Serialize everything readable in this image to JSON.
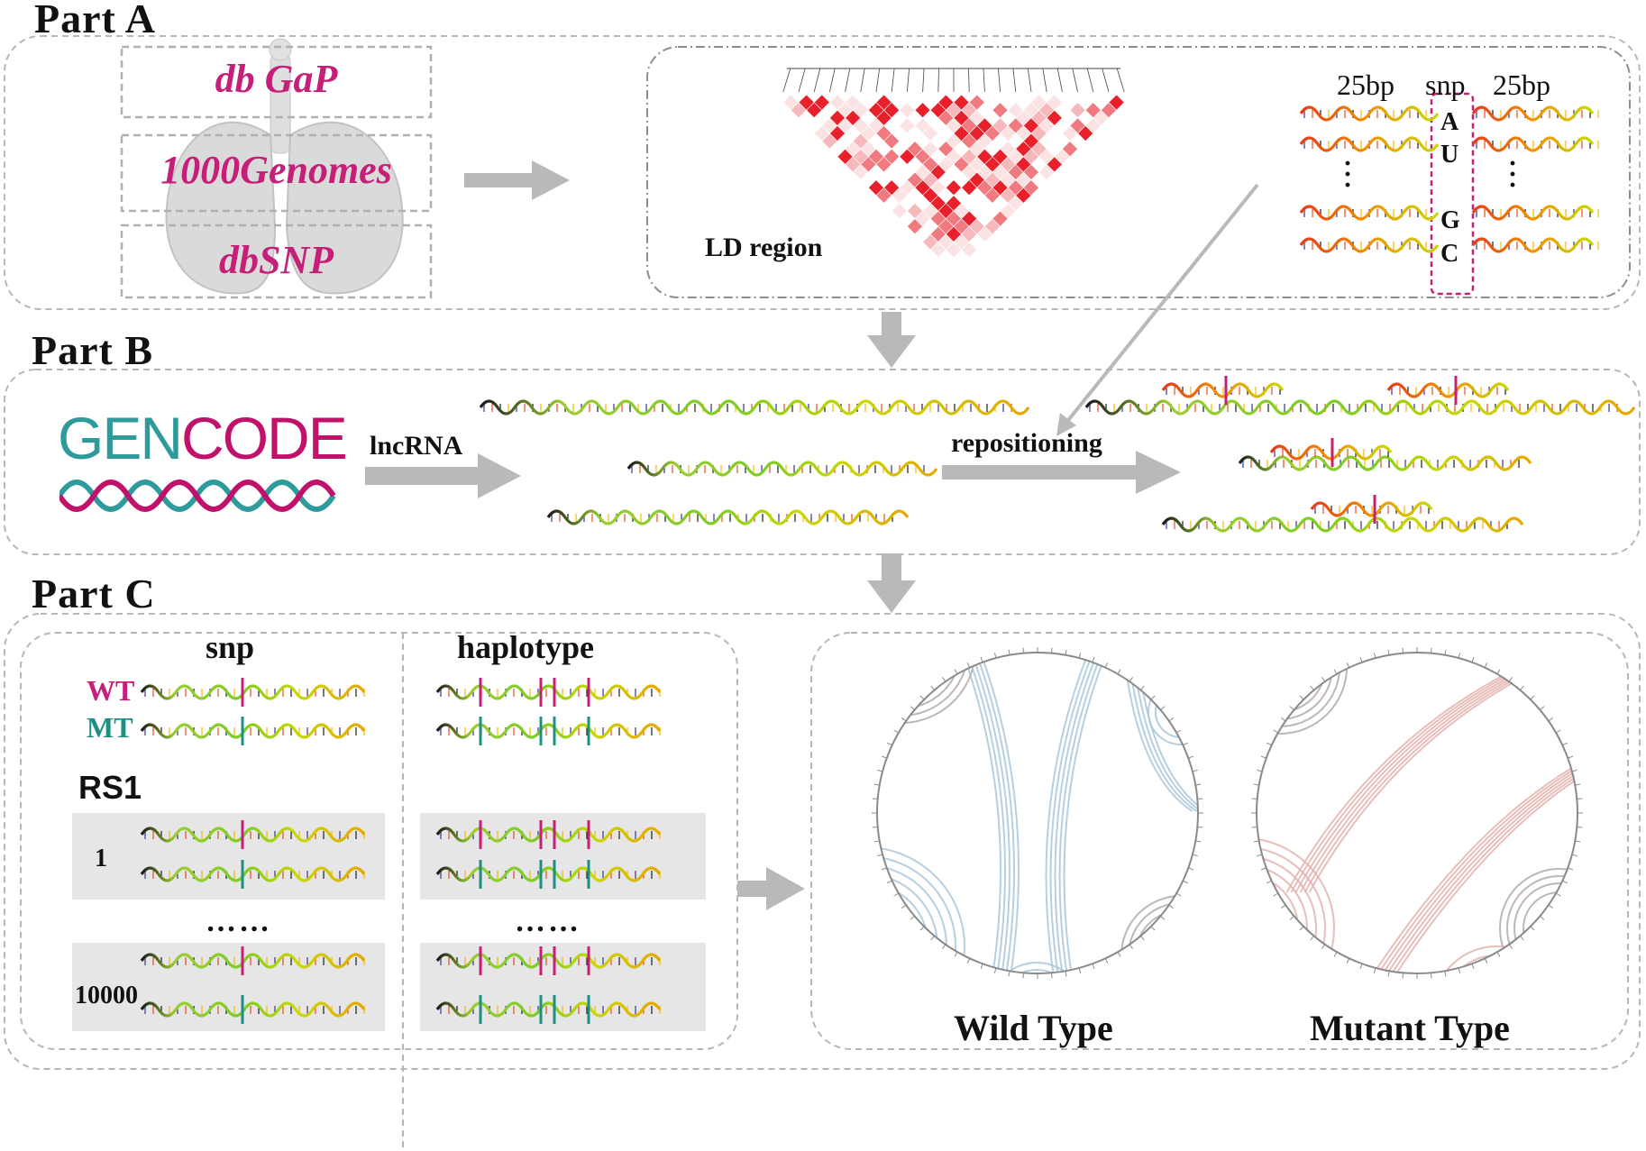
{
  "parts": {
    "a": "Part  A",
    "b": "Part  B",
    "c": "Part  C"
  },
  "part_a": {
    "sources": [
      "db GaP",
      "1000Genomes",
      "dbSNP"
    ],
    "ld_label": "LD region",
    "flank_left": "25bp",
    "snp_label": "snp",
    "flank_right": "25bp",
    "bases": [
      "A",
      "U",
      "G",
      "C"
    ]
  },
  "part_b": {
    "logo_gen": "GEN",
    "logo_code": "CODE",
    "lncrna_label": "lncRNA",
    "repositioning_label": "repositioning"
  },
  "part_c": {
    "snp_header": "snp",
    "haplotype_header": "haplotype",
    "wt_label": "WT",
    "mt_label": "MT",
    "rs_label": "RS1",
    "first_index": "1",
    "last_index": "10000",
    "ellipsis": "……",
    "wild_type_label": "Wild Type",
    "mutant_type_label": "Mutant Type"
  },
  "colors": {
    "magenta": "#c51f78",
    "teal": "#1f8f86",
    "wild_arcs": "#a9c7dc",
    "mutant_arcs": "#e3b3ae",
    "grey_arcs": "#b3aaa6",
    "ld_red": "#e8202a"
  }
}
